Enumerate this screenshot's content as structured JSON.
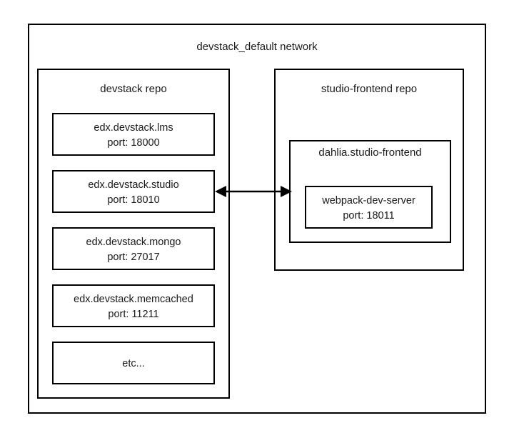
{
  "diagram": {
    "type": "block-diagram",
    "network": {
      "title": "devstack_default network"
    },
    "groups": [
      {
        "id": "devstack-repo",
        "title": "devstack repo",
        "nodes": [
          {
            "name": "edx.devstack.lms",
            "detail": "port: 18000"
          },
          {
            "name": "edx.devstack.studio",
            "detail": "port: 18010"
          },
          {
            "name": "edx.devstack.mongo",
            "detail": "port: 27017"
          },
          {
            "name": "edx.devstack.memcached",
            "detail": "port: 11211"
          },
          {
            "name": "etc...",
            "detail": ""
          }
        ]
      },
      {
        "id": "studio-frontend-repo",
        "title": "studio-frontend repo",
        "container": {
          "title": "dahlia.studio-frontend",
          "nodes": [
            {
              "name": "webpack-dev-server",
              "detail": "port: 18011"
            }
          ]
        }
      }
    ],
    "connector": {
      "from": "edx.devstack.studio",
      "to": "dahlia.studio-frontend",
      "style": "double-arrow",
      "label": ""
    },
    "colors": {
      "stroke": "#000000",
      "text": "#1a1a1a",
      "background": "#ffffff"
    }
  }
}
